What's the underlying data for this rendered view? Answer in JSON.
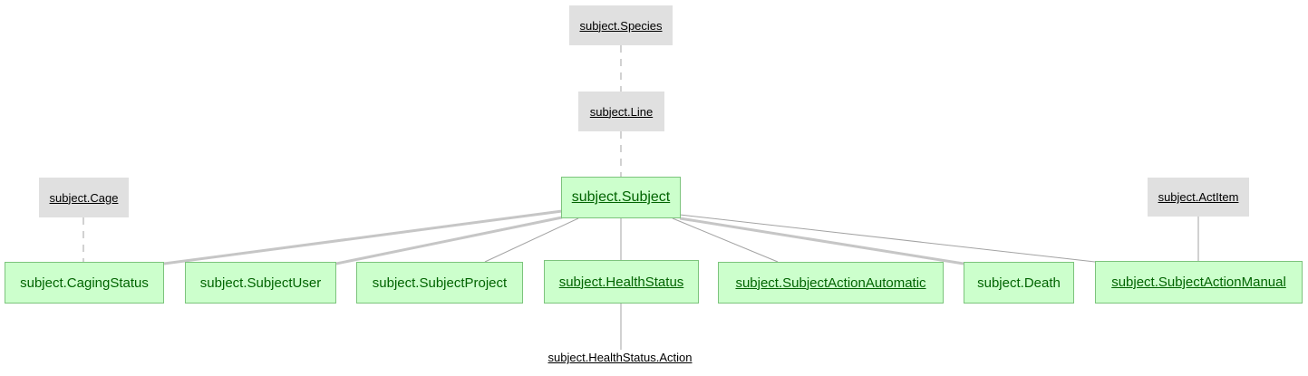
{
  "diagram": {
    "nodes": {
      "species": {
        "label": "subject.Species",
        "type": "lookup",
        "underlined": true
      },
      "line": {
        "label": "subject.Line",
        "type": "lookup",
        "underlined": true
      },
      "cage": {
        "label": "subject.Cage",
        "type": "lookup",
        "underlined": true
      },
      "act_item": {
        "label": "subject.ActItem",
        "type": "lookup",
        "underlined": true
      },
      "subject": {
        "label": "subject.Subject",
        "type": "manual",
        "underlined": true
      },
      "caging_status": {
        "label": "subject.CagingStatus",
        "type": "manual",
        "underlined": false
      },
      "subject_user": {
        "label": "subject.SubjectUser",
        "type": "manual",
        "underlined": false
      },
      "subject_project": {
        "label": "subject.SubjectProject",
        "type": "manual",
        "underlined": false
      },
      "health_status": {
        "label": "subject.HealthStatus",
        "type": "manual",
        "underlined": true
      },
      "subject_action_automatic": {
        "label": "subject.SubjectActionAutomatic",
        "type": "manual",
        "underlined": true
      },
      "death": {
        "label": "subject.Death",
        "type": "manual",
        "underlined": false
      },
      "subject_action_manual": {
        "label": "subject.SubjectActionManual",
        "type": "manual",
        "underlined": true
      },
      "health_status_action": {
        "label": "subject.HealthStatus.Action",
        "type": "part",
        "underlined": true
      }
    },
    "edges": [
      {
        "from": "subject.Species",
        "to": "subject.Line",
        "style": "dashed"
      },
      {
        "from": "subject.Line",
        "to": "subject.Subject",
        "style": "dashed"
      },
      {
        "from": "subject.Cage",
        "to": "subject.CagingStatus",
        "style": "dashed"
      },
      {
        "from": "subject.Subject",
        "to": "subject.CagingStatus",
        "style": "solid-thick"
      },
      {
        "from": "subject.Subject",
        "to": "subject.SubjectUser",
        "style": "solid-thick"
      },
      {
        "from": "subject.Subject",
        "to": "subject.SubjectProject",
        "style": "solid-thin"
      },
      {
        "from": "subject.Subject",
        "to": "subject.HealthStatus",
        "style": "solid-thin"
      },
      {
        "from": "subject.Subject",
        "to": "subject.SubjectActionAutomatic",
        "style": "solid-thin"
      },
      {
        "from": "subject.Subject",
        "to": "subject.Death",
        "style": "solid-thick"
      },
      {
        "from": "subject.Subject",
        "to": "subject.SubjectActionManual",
        "style": "solid-thin"
      },
      {
        "from": "subject.ActItem",
        "to": "subject.SubjectActionManual",
        "style": "solid-thin"
      },
      {
        "from": "subject.HealthStatus",
        "to": "subject.HealthStatus.Action",
        "style": "solid-thin"
      }
    ],
    "colors": {
      "lookup_fill": "#e0e0e0",
      "lookup_text": "#000000",
      "manual_fill": "#ccffcc",
      "manual_border": "#7cc47c",
      "manual_text": "#006400",
      "edge_thin": "#a3a3a3",
      "edge_thick": "#c6c6c6",
      "edge_dashed": "#c6c6c6",
      "background": "#ffffff"
    }
  }
}
